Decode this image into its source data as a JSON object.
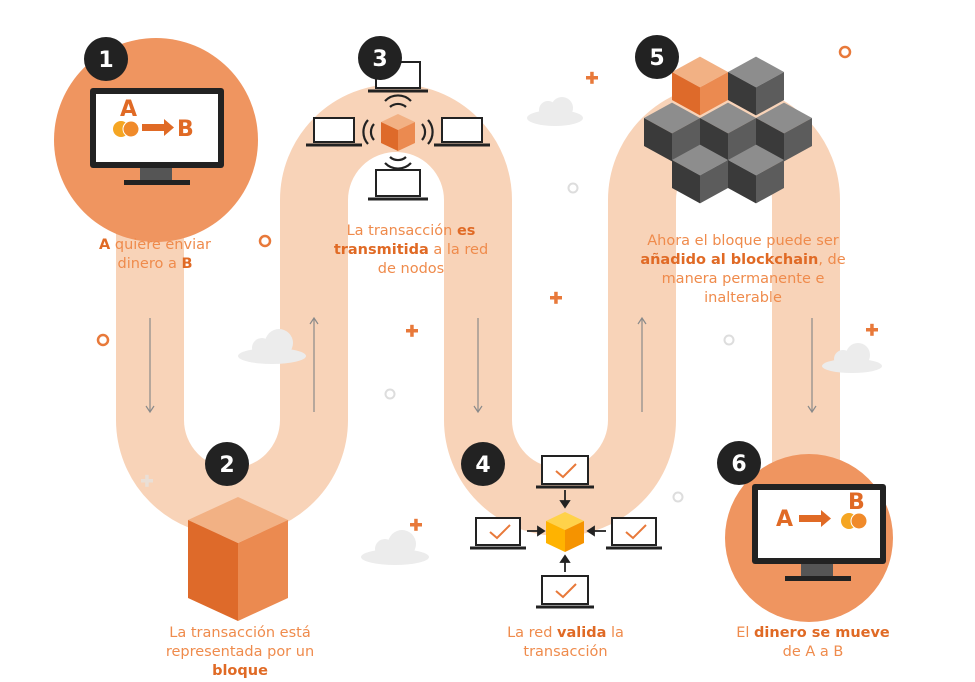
{
  "steps": [
    {
      "number": "1",
      "text_a": "A",
      "text_b": " quiere enviar dinero a ",
      "text_c": "B"
    },
    {
      "number": "2",
      "text_a": "La transacción está representada por un ",
      "text_b": "bloque"
    },
    {
      "number": "3",
      "text_a": "La transacción ",
      "text_b": "es transmitida",
      "text_c": " a la red de nodos"
    },
    {
      "number": "4",
      "text_a": "La red ",
      "text_b": "valida",
      "text_c": " la transacción"
    },
    {
      "number": "5",
      "text_a": "Ahora el bloque puede ser ",
      "text_b": "añadido al blockchain",
      "text_c": ", de manera permanente e inalterable"
    },
    {
      "number": "6",
      "text_a": "El ",
      "text_b": "dinero se mueve",
      "text_c": " de A a B"
    }
  ],
  "monitor1": {
    "from": "A",
    "to": "B"
  },
  "monitor6": {
    "from": "A",
    "to": "B"
  },
  "colors": {
    "orange": "#ef8b4c",
    "dark_orange": "#e06a25",
    "path": "#f8d0b4",
    "badge": "#222222",
    "cube_dark": "#444444"
  }
}
